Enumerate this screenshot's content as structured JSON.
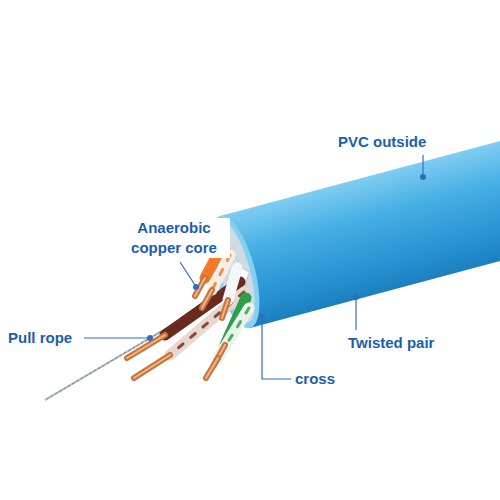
{
  "diagram": {
    "labels": [
      "PVC outside",
      "Anaerobic copper core",
      "Pull rope",
      "Twisted pair",
      "cross"
    ]
  }
}
